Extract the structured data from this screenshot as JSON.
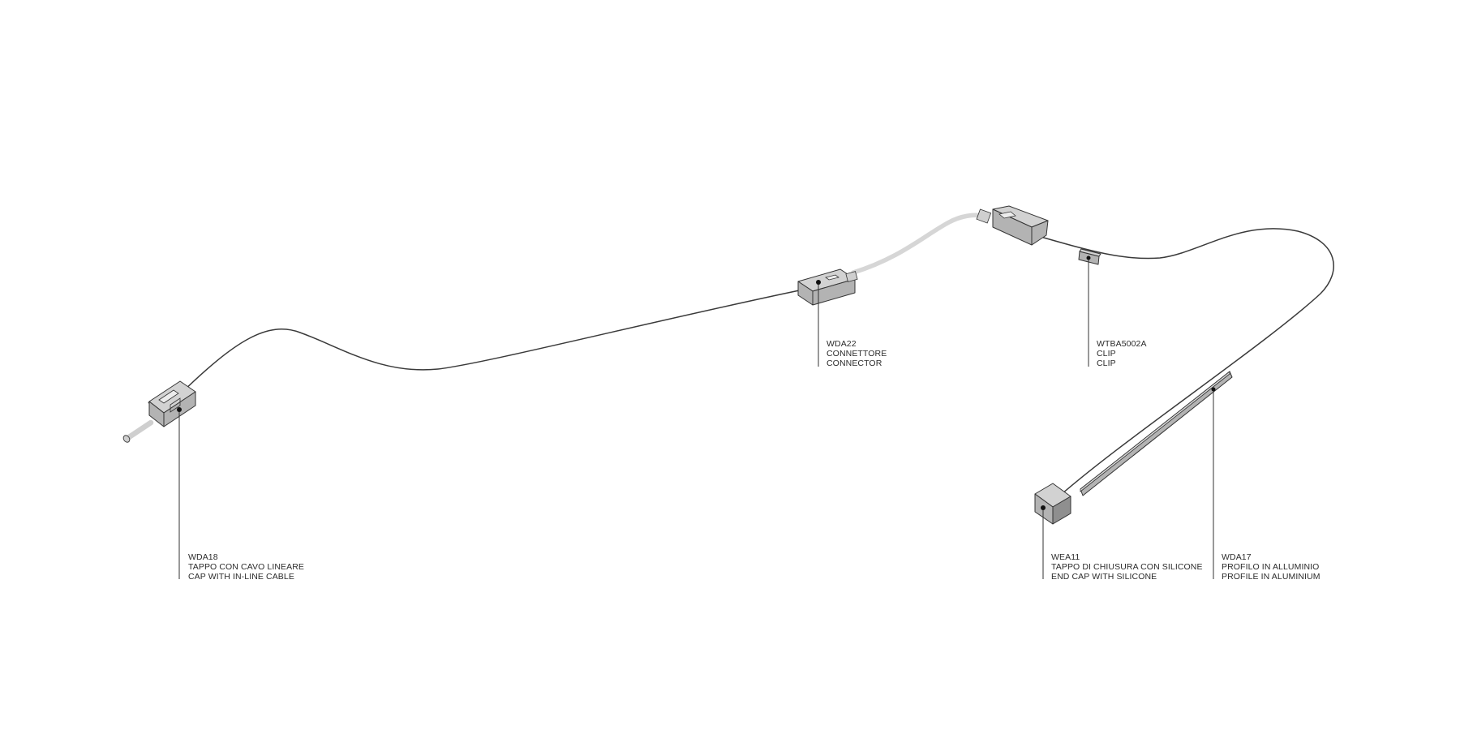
{
  "components": [
    {
      "id": "wda18",
      "code": "WDA18",
      "name_it": "TAPPO CON CAVO LINEARE",
      "name_en": "CAP WITH IN-LINE CABLE"
    },
    {
      "id": "wda22",
      "code": "WDA22",
      "name_it": "CONNETTORE",
      "name_en": "CONNECTOR"
    },
    {
      "id": "wtba5002a",
      "code": "WTBA5002A",
      "name_it": "CLIP",
      "name_en": "CLIP"
    },
    {
      "id": "wea11",
      "code": "WEA11",
      "name_it": "TAPPO DI CHIUSURA CON SILICONE",
      "name_en": "END CAP WITH SILICONE"
    },
    {
      "id": "wda17",
      "code": "WDA17",
      "name_it": "PROFILO IN ALLUMINIO",
      "name_en": "PROFILE IN ALUMINIUM"
    }
  ]
}
